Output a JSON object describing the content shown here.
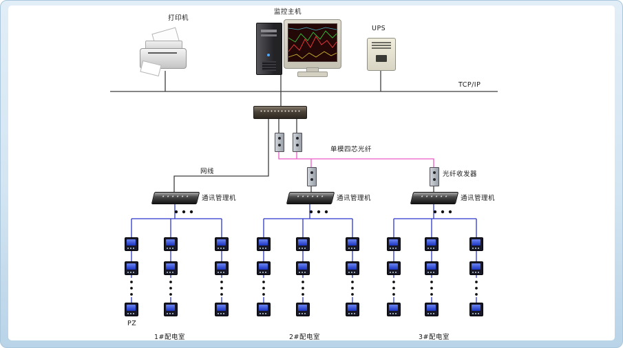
{
  "labels": {
    "printer": "打印机",
    "host": "监控主机",
    "ups": "UPS",
    "tcpip": "TCP/IP",
    "net_cable": "网线",
    "fiber": "单模四芯光纤",
    "fiber_transceiver": "光纤收发器",
    "pz": "PZ"
  },
  "managers": [
    {
      "label": "通讯管理机"
    },
    {
      "label": "通讯管理机"
    },
    {
      "label": "通讯管理机"
    }
  ],
  "rooms": [
    {
      "label": "1#配电室"
    },
    {
      "label": "2#配电室"
    },
    {
      "label": "3#配电室"
    }
  ],
  "colors": {
    "trunk_line": "#3c3c3c",
    "network_line": "#2a35cc",
    "fiber_line": "#ee58c8",
    "meter_screen": "#1c35c2"
  }
}
